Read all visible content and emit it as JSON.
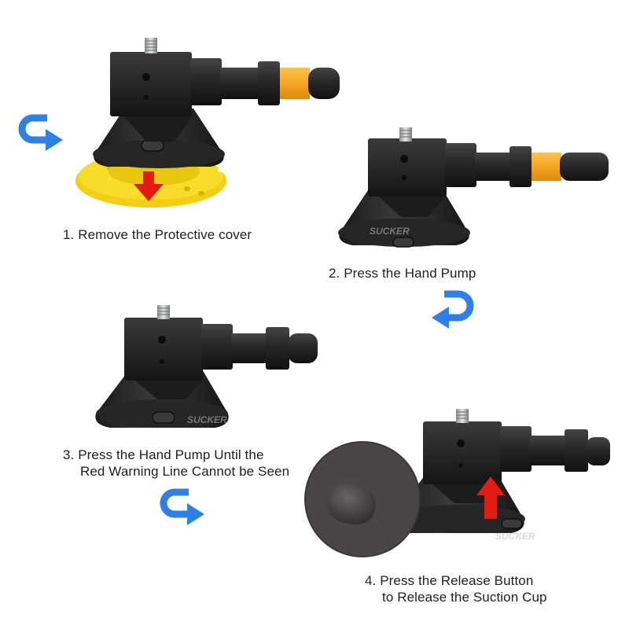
{
  "colors": {
    "arrow_blue": "#2f80e6",
    "red": "#e31b13",
    "yellow": "#f4d81e",
    "orange": "#f5a623",
    "body_black": "#222222",
    "cup_black": "#2b2b2b"
  },
  "watermark": "SUCKER",
  "steps": [
    {
      "caption": [
        "1. Remove the Protective cover"
      ]
    },
    {
      "caption": [
        "2. Press the Hand Pump"
      ]
    },
    {
      "caption": [
        "3. Press the Hand Pump Until the",
        "Red Warning Line Cannot be Seen"
      ]
    },
    {
      "caption": [
        "4. Press the Release Button",
        "to Release the Suction Cup"
      ]
    }
  ],
  "icons": {
    "rotate": "rotate-arrow-icon",
    "down": "red-down-arrow-icon",
    "up": "red-up-arrow-icon"
  }
}
